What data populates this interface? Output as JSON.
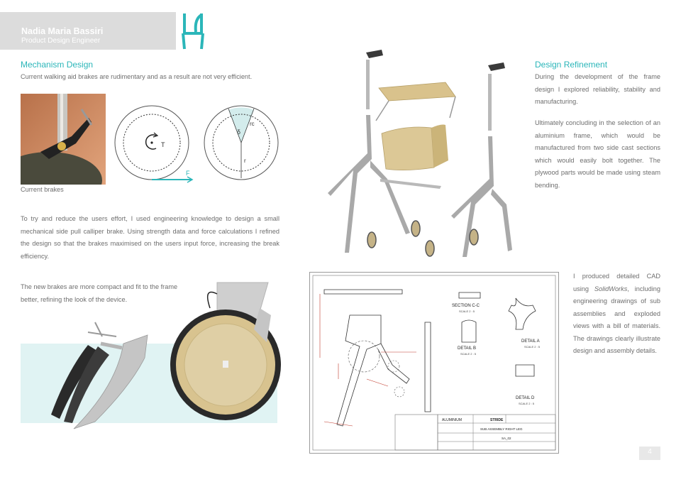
{
  "header": {
    "name": "Nadia Maria Bassiri",
    "role": "Product Design Engineer"
  },
  "mechanism": {
    "title": "Mechanism Design",
    "intro": "Current walking aid brakes are rudimentary and as a result are not very efficient.",
    "photo_caption": "Current brakes",
    "diagram1_torque": "T",
    "diagram1_force": "F",
    "diagram2_delta": "δ",
    "diagram2_rc": "rc",
    "diagram2_r": "r",
    "body": "To try and reduce the users effort, I used engineering knowledge to design a small mechanical side pull calliper brake. Using strength data and force calculations I refined the design so that the brakes maximised on the users input force, increasing the break efficiency.",
    "compact": "The new brakes are more compact and fit to the frame better, refining the look of the device."
  },
  "refinement": {
    "title": "Design Refinement",
    "p1": "During the development of the frame design I explored reliability, stability and manufacturing.",
    "p2": "Ultimately concluding in the selection of an aluminium frame, which would be manufactured from two side cast sections which would easily bolt together. The plywood parts would be made using steam bending."
  },
  "cad": {
    "text_before": "I produced detailed CAD using ",
    "software": "SolidWorks",
    "text_after": ", including engineering drawings of sub assemblies and exploded views with a bill of materials. The drawings clearly illustrate design and assembly details.",
    "section_label": "SECTION C-C",
    "section_scale": "SCALE 2 : 5",
    "detail_a": "DETAIL A",
    "detail_a_scale": "SCALE 2 : 5",
    "detail_b": "DETAIL B",
    "detail_b_scale": "SCALE 2 : 5",
    "detail_d": "DETAIL D",
    "detail_d_scale": "SCALE 2 : 5",
    "material": "ALUMINIUM",
    "product": "STRIDE",
    "part_title": "SUB ASSEMBLY RIGHT LEG",
    "drawing_no": "SA_02"
  },
  "page_number": "4",
  "colors": {
    "accent": "#2bb6b9",
    "header_band": "#dcdcdc",
    "teal_light": "#e0f3f3",
    "plywood": "#d8c38f"
  }
}
